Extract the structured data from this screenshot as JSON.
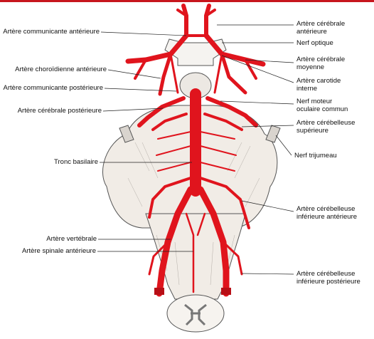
{
  "colors": {
    "artery": "#e0141d",
    "tissue": "#f1ece6",
    "outline": "#555555",
    "accent_bar": "#c7161d"
  },
  "labels_left": [
    {
      "id": "communicante-anterieure",
      "text": "Artère communicante antérieure"
    },
    {
      "id": "choroidienne-anterieure",
      "text": "Artère choroïdienne antérieure"
    },
    {
      "id": "communicante-posterieure",
      "text": "Artère communicante postérieure"
    },
    {
      "id": "cerebrale-posterieure",
      "text": "Artère cérébrale postérieure"
    },
    {
      "id": "tronc-basilaire",
      "text": "Tronc basilaire"
    },
    {
      "id": "vertebrale",
      "text": "Artère vertébrale"
    },
    {
      "id": "spinale-anterieure",
      "text": "Artère spinale antérieure"
    }
  ],
  "labels_right": [
    {
      "id": "cerebrale-anterieure",
      "lines": [
        "Artère cérébrale",
        "antérieure"
      ]
    },
    {
      "id": "nerf-optique",
      "lines": [
        "Nerf optique"
      ]
    },
    {
      "id": "cerebrale-moyenne",
      "lines": [
        "Artère cérébrale",
        "moyenne"
      ]
    },
    {
      "id": "carotide-interne",
      "lines": [
        "Artère carotide",
        "interne"
      ]
    },
    {
      "id": "nerf-moteur-oculaire",
      "lines": [
        "Nerf moteur",
        "oculaire commun"
      ]
    },
    {
      "id": "cerebelleuse-superieure",
      "lines": [
        "Artère cérébelleuse",
        "supérieure"
      ]
    },
    {
      "id": "nerf-trijumeau",
      "lines": [
        "Nerf trijumeau"
      ]
    },
    {
      "id": "cerebelleuse-inf-anterieure",
      "lines": [
        "Artère cérébelleuse",
        "inférieure antérieure"
      ]
    },
    {
      "id": "cerebelleuse-inf-posterieure",
      "lines": [
        "Artère cérébelleuse",
        "inférieure postérieure"
      ]
    }
  ]
}
